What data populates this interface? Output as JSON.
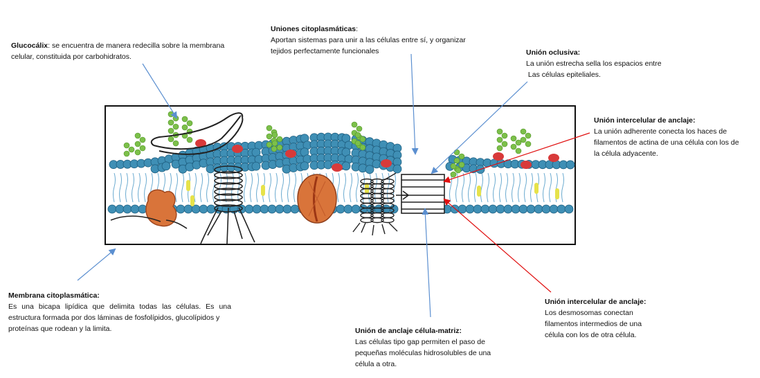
{
  "labels": {
    "glucocalix": {
      "title": "Glucocálix",
      "lines": [
        ": se encuentra de manera redecilla sobre la membrana",
        "celular, constituida por carbohidratos."
      ]
    },
    "uniones": {
      "title": "Uniones citoplasmáticas",
      "title_suffix": ":",
      "lines": [
        "Aportan sistemas para unir a las células entre sí, y organizar",
        "tejidos perfectamente funcionales"
      ]
    },
    "oclusiva": {
      "title": "Unión oclusiva:",
      "lines": [
        "La unión estrecha sella los espacios entre",
        " Las células epiteliales."
      ]
    },
    "anclaje_top": {
      "title": "Unión intercelular de anclaje:",
      "lines": [
        "La unión adherente conecta los haces de",
        "filamentos de actina de una célula con los de",
        "la célula adyacente."
      ]
    },
    "membrana": {
      "title": "Membrana citoplasmática:",
      "lines": [
        "Es una bicapa lipídica que delimita todas las células. Es una",
        "estructura formada por dos láminas de fosfolípidos, glucolípidos y",
        "proteínas que rodean y la limita."
      ]
    },
    "anclaje_bottom": {
      "title": "Unión intercelular de anclaje:",
      "lines": [
        "Los desmosomas conectan",
        "filamentos intermedios de una",
        "célula con los de otra célula."
      ]
    },
    "matriz": {
      "title": "Unión de anclaje célula-matriz:",
      "lines": [
        "Las células tipo gap permiten el paso de",
        "pequeñas moléculas hidrosolubles de una",
        "célula a otra."
      ]
    }
  },
  "colors": {
    "blue_arrow": "#5b8fd0",
    "red_arrow": "#e01010",
    "phospholipid": "#3f8fb5",
    "carbohydrate": "#7cc04a",
    "protein": "#d9743a",
    "cholesterol": "#e6e24a",
    "red_blob": "#d83a3a"
  }
}
